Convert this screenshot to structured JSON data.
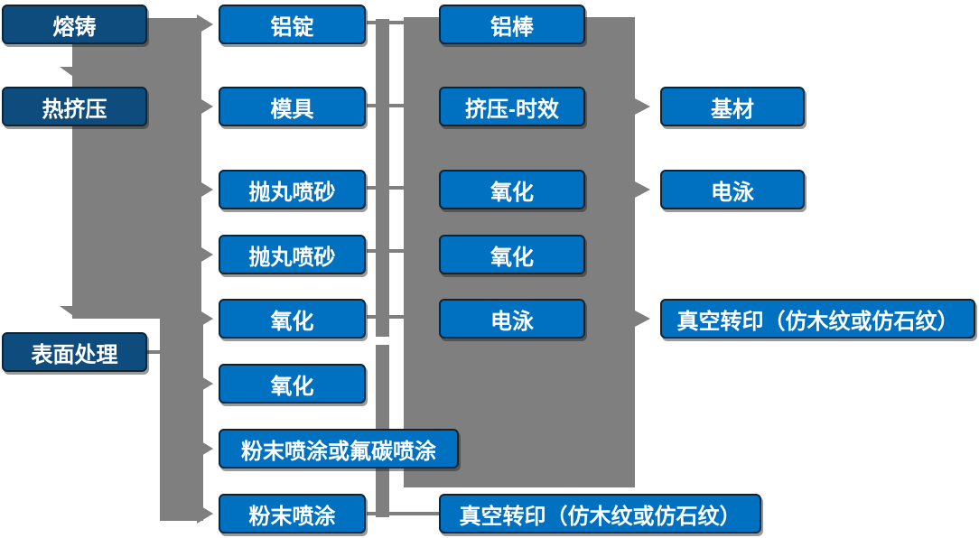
{
  "colors": {
    "node_fill": "#0070C0",
    "stage_node_fill": "#0E4C7D",
    "node_border": "#0D2433",
    "node_text": "#FFFFFF",
    "connector_gray": "#7F7F7F",
    "background": "#FFFFFF"
  },
  "diagram": {
    "stages": [
      {
        "label": "熔铸"
      },
      {
        "label": "热挤压"
      },
      {
        "label": "表面处理"
      }
    ],
    "column2": [
      {
        "label": "铝锭"
      },
      {
        "label": "模具"
      },
      {
        "label": "抛丸喷砂"
      },
      {
        "label": "抛丸喷砂"
      },
      {
        "label": "氧化"
      },
      {
        "label": "氧化"
      },
      {
        "label": "粉末喷涂或氟碳喷涂"
      },
      {
        "label": "粉末喷涂"
      }
    ],
    "column3": [
      {
        "label": "铝棒"
      },
      {
        "label": "挤压-时效"
      },
      {
        "label": "氧化"
      },
      {
        "label": "氧化"
      },
      {
        "label": "电泳"
      },
      {
        "label": "真空转印（仿木纹或仿石纹）"
      }
    ],
    "column4": [
      {
        "label": "基材"
      },
      {
        "label": "电泳"
      },
      {
        "label": "真空转印（仿木纹或仿石纹）"
      }
    ]
  }
}
